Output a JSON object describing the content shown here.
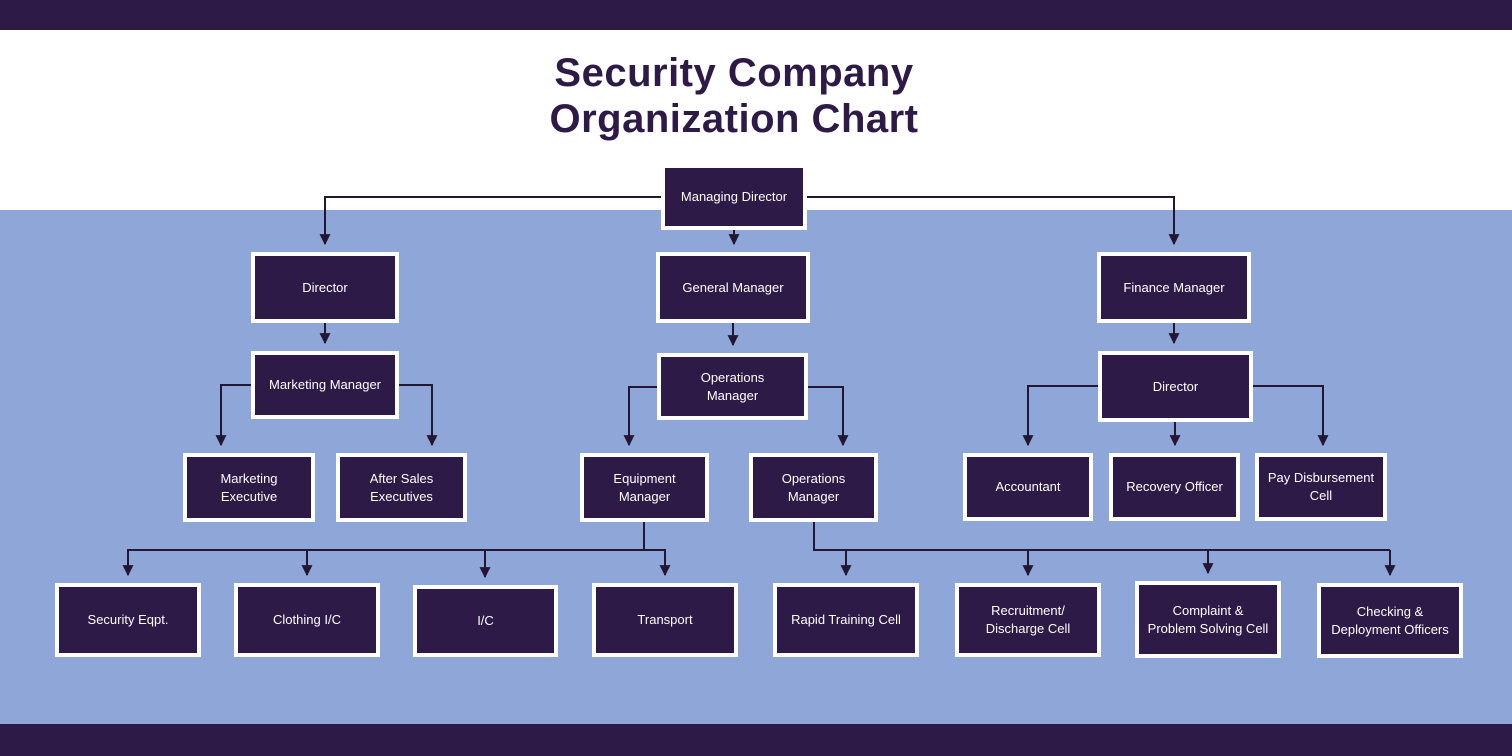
{
  "title": {
    "line1": "Security Company",
    "line2": "Organization Chart"
  },
  "colors": {
    "band": "#2d1a47",
    "box_fill": "#2d1a47",
    "box_border": "#ffffff",
    "box_text": "#ffffff",
    "background_blue": "#8ea6d8",
    "background_white": "#ffffff",
    "connector": "#231733",
    "title_text": "#2d1a47"
  },
  "nodes": {
    "managing_director": {
      "label": "Managing Director"
    },
    "director_left": {
      "label": "Director"
    },
    "general_manager": {
      "label": "General Manager"
    },
    "finance_manager": {
      "label": "Finance Manager"
    },
    "marketing_manager": {
      "label": "Marketing Manager"
    },
    "operations_manager": {
      "label": "Operations Manager"
    },
    "director_right": {
      "label": "Director"
    },
    "marketing_executive": {
      "label": "Marketing Executive"
    },
    "after_sales_executives": {
      "label": "After Sales Executives"
    },
    "equipment_manager": {
      "label": "Equipment Manager"
    },
    "operations_manager_sub": {
      "label": "Operations Manager"
    },
    "accountant": {
      "label": "Accountant"
    },
    "recovery_officer": {
      "label": "Recovery Officer"
    },
    "pay_disbursement_cell": {
      "label": "Pay Disbursement Cell"
    },
    "security_eqpt": {
      "label": "Security Eqpt."
    },
    "clothing_ic": {
      "label": "Clothing I/C"
    },
    "ic": {
      "label": "I/C"
    },
    "transport": {
      "label": "Transport"
    },
    "rapid_training_cell": {
      "label": "Rapid Training Cell"
    },
    "recruitment_discharge_cell": {
      "label": "Recruitment/ Discharge Cell"
    },
    "complaint_problem_solving_cell": {
      "label": "Complaint & Problem Solving Cell"
    },
    "checking_deployment_officers": {
      "label": "Checking & Deployment Officers"
    }
  }
}
